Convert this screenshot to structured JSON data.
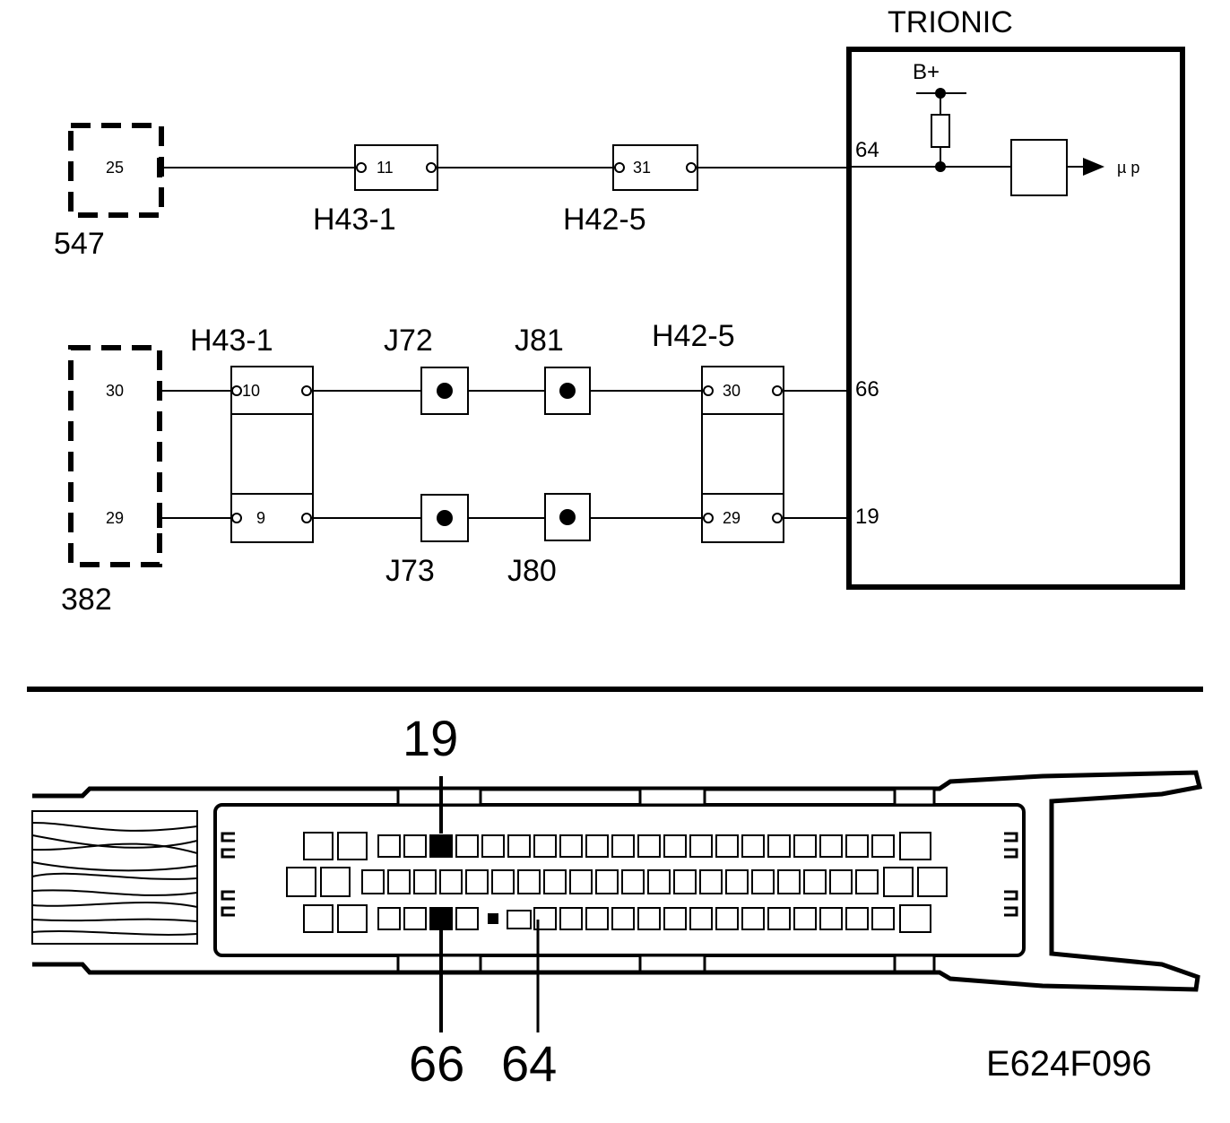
{
  "ecu": {
    "title": "TRIONIC",
    "supply_label": "B+",
    "output_label": "µ p"
  },
  "top_circuit": {
    "component_number": "547",
    "component_pin": "25",
    "connector1": {
      "name": "H43-1",
      "pin": "11"
    },
    "connector2": {
      "name": "H42-5",
      "pin": "31"
    },
    "ecu_pin": "64"
  },
  "mid_circuit": {
    "component_number": "382",
    "component_pins": [
      "30",
      "29"
    ],
    "connector1": {
      "name": "H43-1",
      "pins": [
        "10",
        "9"
      ]
    },
    "splices_top": [
      "J72",
      "J81"
    ],
    "splices_bottom": [
      "J73",
      "J80"
    ],
    "connector2": {
      "name": "H42-5",
      "pins": [
        "30",
        "29"
      ]
    },
    "ecu_pins": [
      "66",
      "19"
    ]
  },
  "connector_view": {
    "pin_callouts": [
      "19",
      "66",
      "64"
    ],
    "figure_code": "E624F096"
  }
}
